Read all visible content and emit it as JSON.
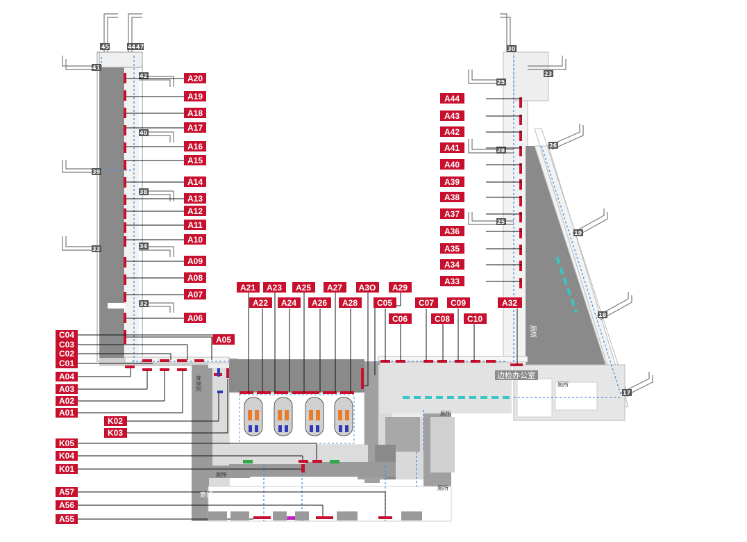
{
  "gates_left": [
    "A20",
    "A19",
    "A18",
    "A17",
    "A16",
    "A15",
    "A14",
    "A13",
    "A12",
    "A11",
    "A10",
    "A09",
    "A08",
    "A07",
    "A06"
  ],
  "gates_right": [
    "A44",
    "A43",
    "A42",
    "A41",
    "A40",
    "A39",
    "A38",
    "A37",
    "A36",
    "A35",
    "A34",
    "A33"
  ],
  "gates_center_top": [
    "A21",
    "A23",
    "A25",
    "A27",
    "A3O",
    "A29"
  ],
  "gates_center_mid": [
    "A22",
    "A24",
    "A26",
    "A28",
    "C05"
  ],
  "gates_c_top": [
    "C07",
    "C09"
  ],
  "gates_c_mid": [
    "C06",
    "C08",
    "C10"
  ],
  "gate_a05": "A05",
  "gate_a32": "A32",
  "gates_c_left": [
    "C04",
    "C03",
    "C02",
    "C01"
  ],
  "gates_a_left_low": [
    "A04",
    "A03",
    "A02",
    "A01"
  ],
  "gates_k": [
    "K02",
    "K03",
    "K05",
    "K04",
    "K01"
  ],
  "gates_bottom": [
    "A57",
    "A56",
    "A55"
  ],
  "bridges": {
    "left": [
      "45",
      "44",
      "47",
      "41",
      "42",
      "40",
      "39",
      "38",
      "33",
      "34",
      "32"
    ],
    "right": [
      "30",
      "23",
      "25",
      "28",
      "25",
      "26",
      "19",
      "18",
      "17"
    ]
  },
  "poi": {
    "border_office": "边检办公室",
    "restroom": "厕所",
    "shops": "商铺",
    "rest_area": "休息区"
  },
  "colors": {
    "gate_red": "#c8102e",
    "terminal_gray": "#8a8a8a",
    "light_gray": "#b5b5b5",
    "path_blue": "#4a90d9",
    "teal": "#38c6c6"
  }
}
